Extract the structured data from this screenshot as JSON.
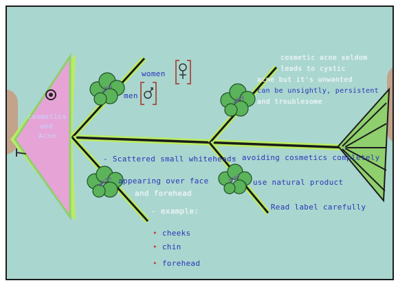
{
  "colors": {
    "board": "#a9d6cf",
    "fish_head": "#e6a3d6",
    "fish_tail": "#8fcf6e",
    "spine": "#1b1b1b",
    "glow": "#b9ec63",
    "cloud": "#5bb35a",
    "ink": "#2a35b8",
    "bracket": "#a7574b"
  },
  "icons": [
    "fish-eye-icon",
    "female-symbol-icon",
    "male-symbol-icon",
    "cloud-bubble-icon"
  ],
  "fish_head": {
    "line1": "cosmetics",
    "line2": "and",
    "line3": "Acne"
  },
  "bubbles": {
    "who": "who",
    "what": "what",
    "why": "why",
    "how": "how"
  },
  "who_branch": {
    "women": "women",
    "men": "men"
  },
  "why_branch": {
    "line1": "cosmetic acne seldom",
    "line2": "leads to cystic",
    "line3": "acne but it's unwanted",
    "line4": "can be unsightly, persistent",
    "line5": "and troublesome"
  },
  "what_branch": {
    "item1": "- Scattered small whiteheads",
    "item2": "appearing over face",
    "item3": "and forehead",
    "examples_label": "- example:",
    "examples": [
      "cheeks",
      "chin",
      "forehead"
    ]
  },
  "how_branch": {
    "item1": "- avoiding cosmetics completely",
    "item2": "- use natural product",
    "item3": "- Read label carefully"
  }
}
